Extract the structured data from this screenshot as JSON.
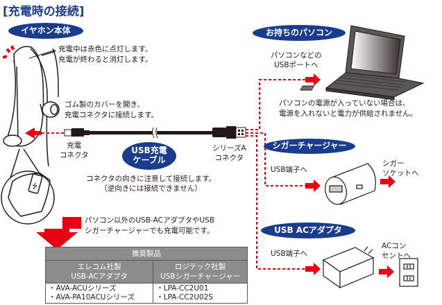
{
  "title": "[充電時の接続]",
  "colors": {
    "pill_bg": "#1a3c8c",
    "arrow_red": "#e60012",
    "table_header": "#8c8c8c",
    "title_blue": "#1d3f8f"
  },
  "earphone": {
    "pill": "イヤホン本体",
    "led_note": [
      "充電中は赤色に点灯します。",
      "充電が終わると消灯します。"
    ],
    "cover_note": [
      "ゴム製のカバーを開き、",
      "充電コネクタに接続します。"
    ],
    "connector_label": [
      "充電",
      "コネクタ"
    ]
  },
  "cable": {
    "pill": [
      "USB充電",
      "ケーブル"
    ],
    "series_a_label": [
      "シリーズA",
      "コネクタ"
    ],
    "orientation_note": [
      "コネクタの向きに注意して接続します。",
      "（逆向きには接続できません）"
    ]
  },
  "pc": {
    "pill": "お持ちのパソコン",
    "port_label": [
      "パソコンなどの",
      "USBポートへ"
    ],
    "power_note": [
      "パソコンの電源が入っていない場合は、",
      "電源を入れないと電力が供給されません。"
    ]
  },
  "cigar": {
    "pill": "シガーチャージャー",
    "usb_label": "USB端子へ",
    "socket_label": [
      "シガー",
      "ソケットへ"
    ]
  },
  "ac": {
    "pill": "USB ACアダプタ",
    "usb_label": "USB端子へ",
    "outlet_label": [
      "ACコン",
      "セントへ"
    ]
  },
  "alt_note": [
    "パソコン以外のUSB-ACアダプタやUSB",
    "シガーチャージャーでも充電可能です。"
  ],
  "recommended": {
    "header": "推奨製品",
    "columns": [
      {
        "maker": "エレコム社製",
        "type": "USB-ACアダプタ",
        "items": [
          "・AVA-ACUシリーズ",
          "・AVA-PA10ACUシリーズ"
        ]
      },
      {
        "maker": "ロジテック社製",
        "type": "USBシガーチャージャー",
        "items": [
          "・LPA-CC2U01",
          "・LPA-CC2U02S"
        ]
      }
    ]
  }
}
